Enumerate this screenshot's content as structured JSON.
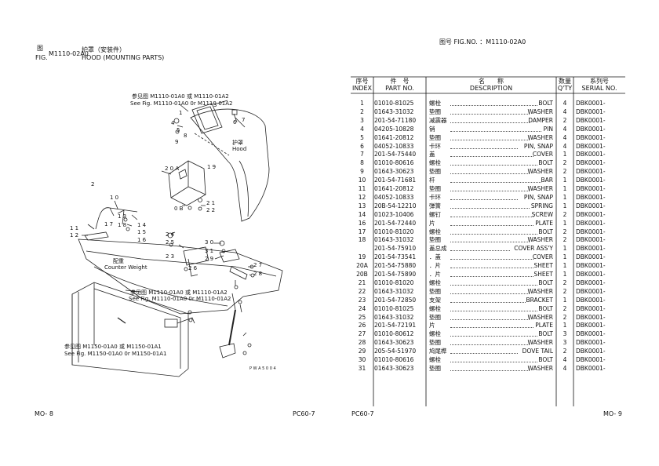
{
  "left_page": {
    "fig_cn": "图",
    "fig_en": "FIG.",
    "fig_no": "M1110-02A0",
    "title_cn": "护罩（安装件）",
    "title_en": "HOOD (MOUNTING PARTS)",
    "footer_left": "MO- 8",
    "footer_right": "PC60-7"
  },
  "diagram_labels": {
    "ref1_cn": "参见图 M1110-01A0 或 M1110-01A2",
    "ref1_en": "See Fig. M1110-01A0 0r M1110-01A2",
    "hood_cn": "护罩",
    "hood_en": "Hood",
    "cw_cn": "配重",
    "cw_en": "Counter Weight",
    "ref2_cn": "参见图 M1110-01A0 或 M1110-01A2",
    "ref2_en": "See Fig. M1110-01A0 0r M1110-01A2",
    "ref3_cn": "参见图 M1150-01A0 或 M1150-01A1",
    "ref3_en": "See Fig. M1150-01A0 0r M1150-01A1",
    "code": "P W A 5 0 0 4",
    "n1": "1",
    "n2": "2",
    "n3": "3",
    "n4": "4",
    "n5": "5",
    "n6": "6",
    "n7": "7",
    "n8": "8",
    "n9": "9",
    "n10": "1 0",
    "n11": "1 1",
    "n12": "1 2",
    "n13": "1 3",
    "n14": "1 4",
    "n15": "1 5",
    "n16": "1 6",
    "n17": "1 7",
    "n18": "1 8",
    "n19": "1 9",
    "n20a": "2 0 A",
    "n20b": "0 B",
    "n21": "2 1",
    "n22": "2 2",
    "n23": "2 3",
    "n24": "2 4",
    "n25": "2 5",
    "n26": "2 6",
    "n27": "2 7",
    "n28": "2 8",
    "n29": "2 9",
    "n30": "3 0",
    "n31": "3 1"
  },
  "right_page": {
    "fig_label": "图号 FIG.NO. ：M1110-02A0",
    "headers": {
      "index_cn": "序号",
      "index_en": "INDEX",
      "pn_cn": "件　号",
      "pn_en": "PART NO.",
      "desc_cn": "名　　称",
      "desc_en": "DESCRIPTION",
      "qty_cn": "数量",
      "qty_en": "Q'TY",
      "ser_cn": "系列号",
      "ser_en": "SERIAL NO."
    },
    "footer_left": "PC60-7",
    "footer_right": "MO- 9",
    "rows": [
      {
        "idx": "1",
        "pn": "01010-81025",
        "cn": "螺栓",
        "en": "BOLT",
        "qty": "4",
        "ser": "DBK0001-"
      },
      {
        "idx": "2",
        "pn": "01643-31032",
        "cn": "垫圈",
        "en": "WASHER",
        "qty": "4",
        "ser": "DBK0001-"
      },
      {
        "idx": "3",
        "pn": "201-54-71180",
        "cn": "减震器",
        "en": "DAMPER",
        "qty": "2",
        "ser": "DBK0001-"
      },
      {
        "idx": "4",
        "pn": "04205-10828",
        "cn": "销",
        "en": "PIN",
        "qty": "4",
        "ser": "DBK0001-"
      },
      {
        "idx": "5",
        "pn": "01641-20812",
        "cn": "垫圈",
        "en": "WASHER",
        "qty": "4",
        "ser": "DBK0001-"
      },
      {
        "idx": "6",
        "pn": "04052-10833",
        "cn": "卡环",
        "en": "PIN, SNAP",
        "qty": "4",
        "ser": "DBK0001-"
      },
      {
        "idx": "7",
        "pn": "201-54-75440",
        "cn": "盖",
        "en": "COVER",
        "qty": "1",
        "ser": "DBK0001-"
      },
      {
        "idx": "8",
        "pn": "01010-80616",
        "cn": "螺栓",
        "en": "BOLT",
        "qty": "2",
        "ser": "DBK0001-"
      },
      {
        "idx": "9",
        "pn": "01643-30623",
        "cn": "垫圈",
        "en": "WASHER",
        "qty": "2",
        "ser": "DBK0001-"
      },
      {
        "idx": "10",
        "pn": "201-54-71681",
        "cn": "杆",
        "en": "BAR",
        "qty": "1",
        "ser": "DBK0001-"
      },
      {
        "idx": "11",
        "pn": "01641-20812",
        "cn": "垫圈",
        "en": "WASHER",
        "qty": "1",
        "ser": "DBK0001-"
      },
      {
        "idx": "12",
        "pn": "04052-10833",
        "cn": "卡环",
        "en": "PIN, SNAP",
        "qty": "1",
        "ser": "DBK0001-"
      },
      {
        "idx": "13",
        "pn": "20B-54-12210",
        "cn": "弹簧",
        "en": "SPRING",
        "qty": "1",
        "ser": "DBK0001-"
      },
      {
        "idx": "14",
        "pn": "01023-10406",
        "cn": "螺钉",
        "en": "SCREW",
        "qty": "2",
        "ser": "DBK0001-"
      },
      {
        "idx": "16",
        "pn": "201-54-72440",
        "cn": "片",
        "en": "PLATE",
        "qty": "1",
        "ser": "DBK0001-"
      },
      {
        "idx": "17",
        "pn": "01010-81020",
        "cn": "螺栓",
        "en": "BOLT",
        "qty": "2",
        "ser": "DBK0001-"
      },
      {
        "idx": "18",
        "pn": "01643-31032",
        "cn": "垫圈",
        "en": "WASHER",
        "qty": "2",
        "ser": "DBK0001-"
      },
      {
        "idx": "",
        "pn": "201-54-75910",
        "cn": "盖总成",
        "en": "COVER ASS'Y",
        "qty": "1",
        "ser": "DBK0001-"
      },
      {
        "idx": "19",
        "pn": "201-54-73541",
        "cn": "．盖",
        "en": "COVER",
        "qty": "1",
        "ser": "DBK0001-"
      },
      {
        "idx": "20A",
        "pn": "201-54-75880",
        "cn": "．片",
        "en": "SHEET",
        "qty": "1",
        "ser": "DBK0001-"
      },
      {
        "idx": "20B",
        "pn": "201-54-75890",
        "cn": "．片",
        "en": "SHEET",
        "qty": "1",
        "ser": "DBK0001-"
      },
      {
        "idx": "21",
        "pn": "01010-81020",
        "cn": "螺栓",
        "en": "BOLT",
        "qty": "2",
        "ser": "DBK0001-"
      },
      {
        "idx": "22",
        "pn": "01643-31032",
        "cn": "垫圈",
        "en": "WASHER",
        "qty": "2",
        "ser": "DBK0001-"
      },
      {
        "idx": "23",
        "pn": "201-54-72850",
        "cn": "支架",
        "en": "BRACKET",
        "qty": "1",
        "ser": "DBK0001-"
      },
      {
        "idx": "24",
        "pn": "01010-81025",
        "cn": "螺栓",
        "en": "BOLT",
        "qty": "2",
        "ser": "DBK0001-"
      },
      {
        "idx": "25",
        "pn": "01643-31032",
        "cn": "垫圈",
        "en": "WASHER",
        "qty": "2",
        "ser": "DBK0001-"
      },
      {
        "idx": "26",
        "pn": "201-54-72191",
        "cn": "片",
        "en": "PLATE",
        "qty": "1",
        "ser": "DBK0001-"
      },
      {
        "idx": "27",
        "pn": "01010-80612",
        "cn": "螺栓",
        "en": "BOLT",
        "qty": "3",
        "ser": "DBK0001-"
      },
      {
        "idx": "28",
        "pn": "01643-30623",
        "cn": "垫圈",
        "en": "WASHER",
        "qty": "3",
        "ser": "DBK0001-"
      },
      {
        "idx": "29",
        "pn": "205-54-51970",
        "cn": "鸠尾榫",
        "en": "DOVE TAIL",
        "qty": "2",
        "ser": "DBK0001-"
      },
      {
        "idx": "30",
        "pn": "01010-80616",
        "cn": "螺栓",
        "en": "BOLT",
        "qty": "4",
        "ser": "DBK0001-"
      },
      {
        "idx": "31",
        "pn": "01643-30623",
        "cn": "垫圈",
        "en": "WASHER",
        "qty": "4",
        "ser": "DBK0001-"
      }
    ]
  }
}
